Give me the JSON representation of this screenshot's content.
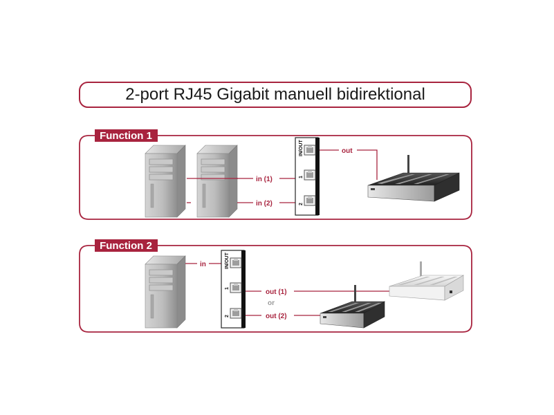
{
  "title": "2-port RJ45 Gigabit manuell bidirektional",
  "function1": {
    "badge": "Function 1",
    "switch_ports": [
      "IN/OUT",
      "1",
      "2"
    ],
    "labels": {
      "out": "out",
      "in1": "in (1)",
      "in2": "in (2)"
    }
  },
  "function2": {
    "badge": "Function 2",
    "switch_ports": [
      "IN/OUT",
      "1",
      "2"
    ],
    "labels": {
      "in": "in",
      "out1": "out (1)",
      "or": "or",
      "out2": "out (2)"
    }
  },
  "colors": {
    "accent": "#a8233e",
    "device_gray": "#b9b9b9",
    "dark": "#2a2a2a"
  }
}
